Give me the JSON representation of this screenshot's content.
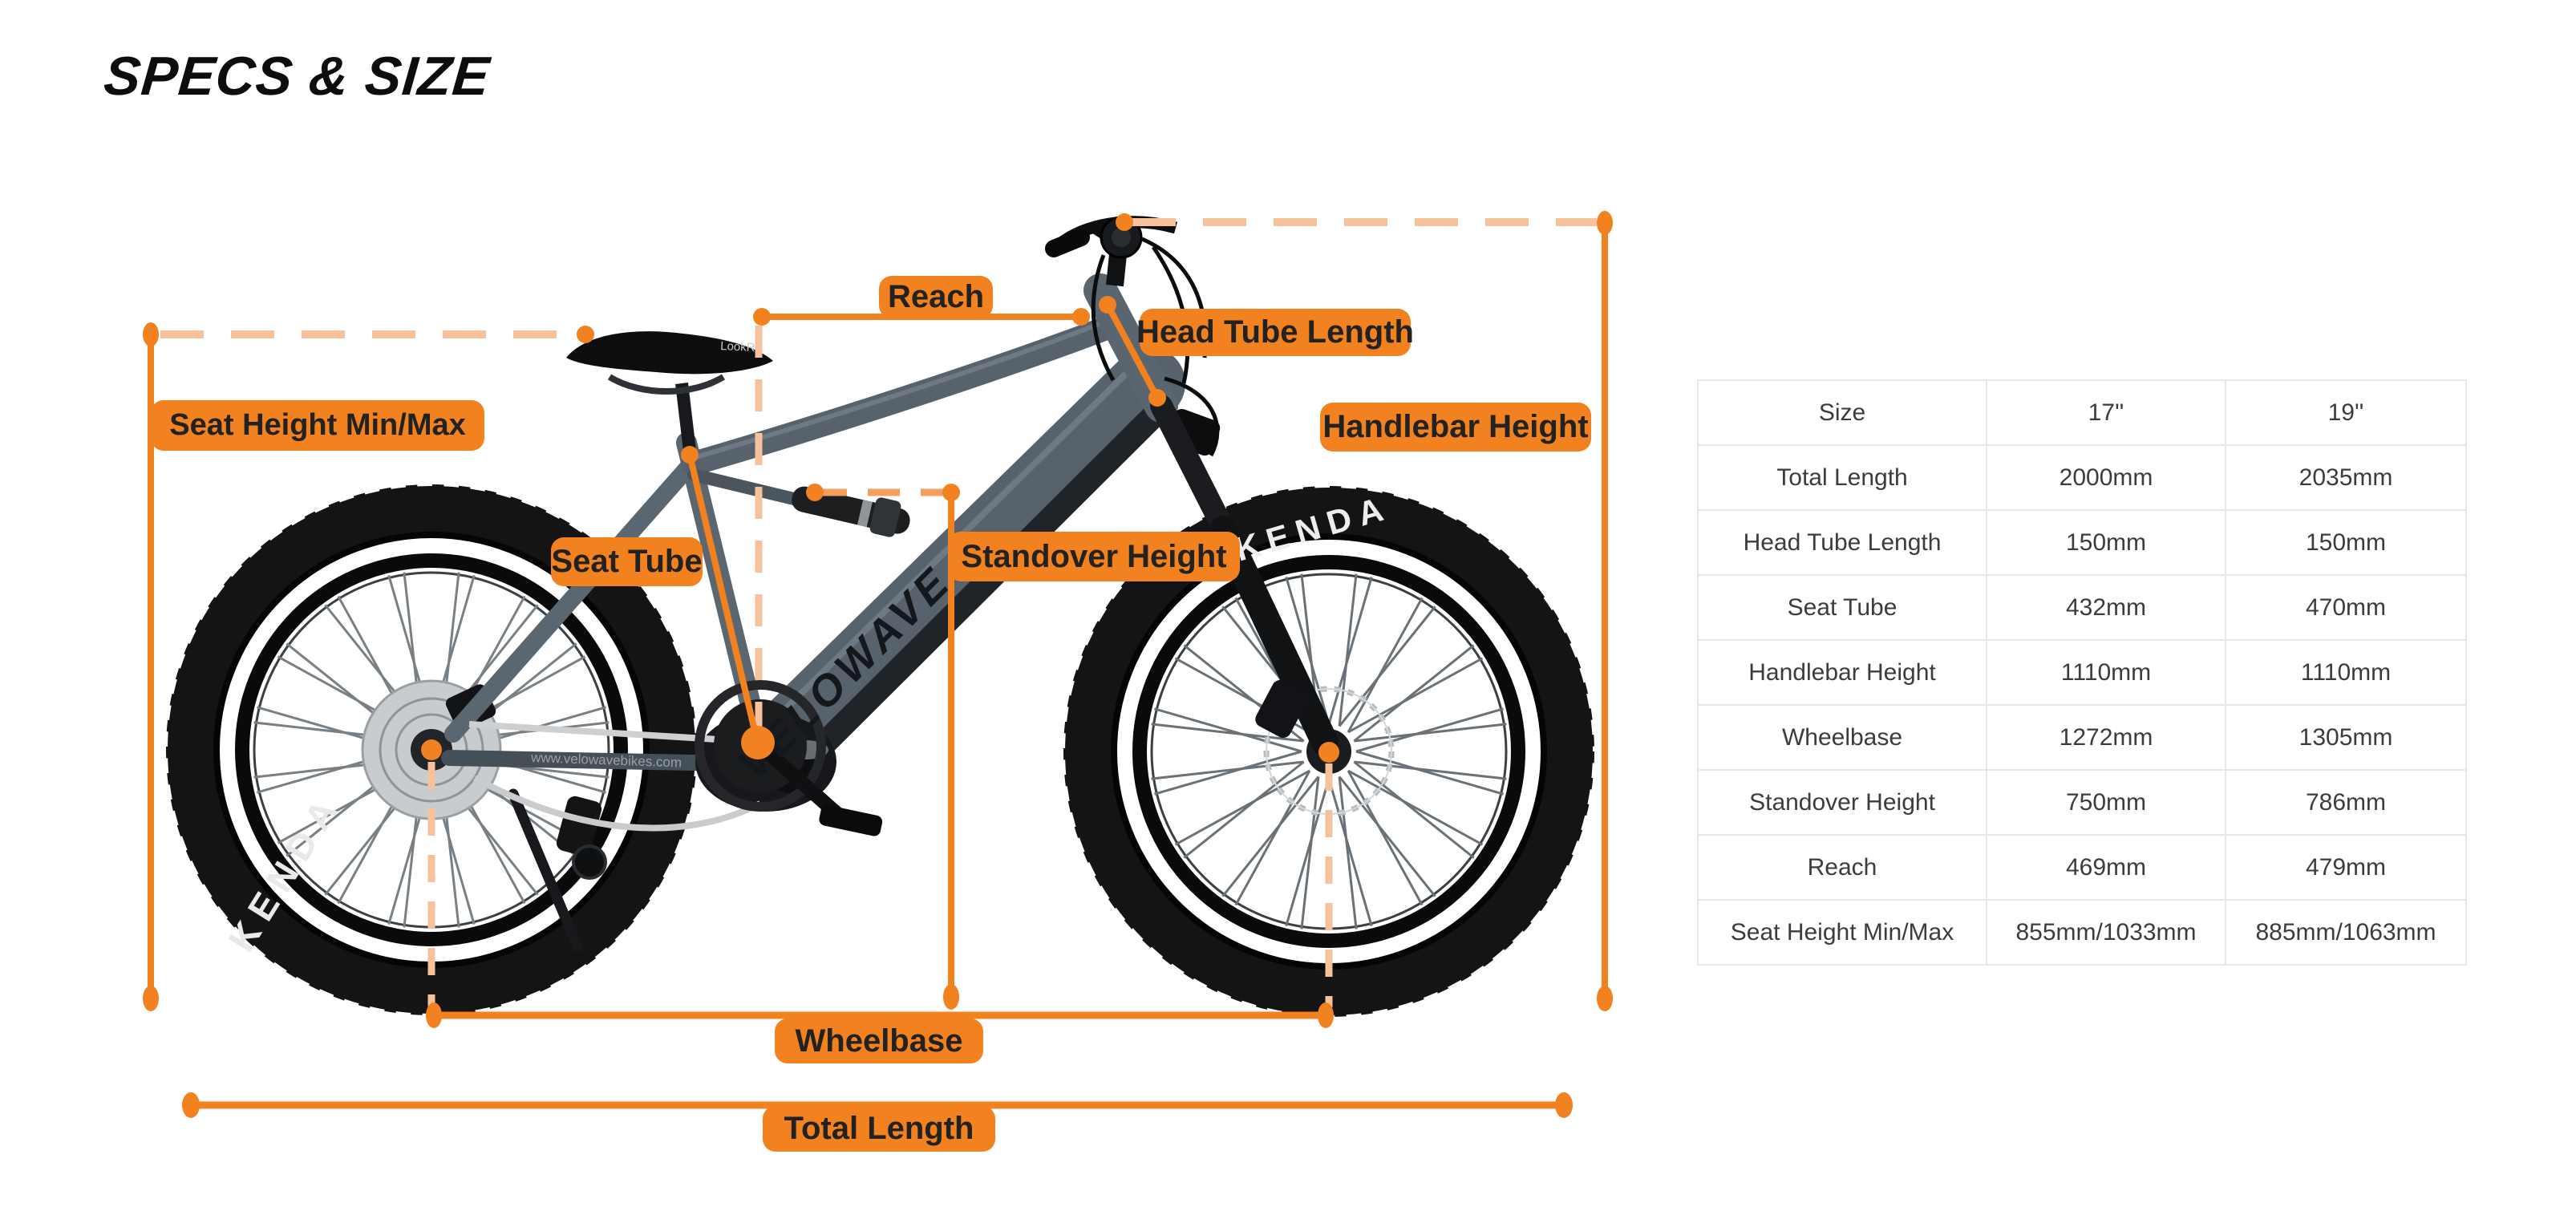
{
  "title": "SPECS & SIZE",
  "labels": {
    "reach": "Reach",
    "head_tube_length": "Head Tube Length",
    "seat_height": "Seat Height Min/Max",
    "handlebar_height": "Handlebar Height",
    "seat_tube": "Seat Tube",
    "standover_height": "Standover Height",
    "wheelbase": "Wheelbase",
    "total_length": "Total Length"
  },
  "decals": {
    "frame": "VELOWAVE",
    "tire_rear": "KENDA",
    "tire_front": "KENDA",
    "chainstay_url": "www.velowavebikes.com",
    "saddle": "LookR"
  },
  "colors": {
    "accent": "#F28120",
    "accent_dashed": "#F7C29B",
    "accent_dashed_strong": "#F4A05C",
    "label_text": "#222220",
    "table_border": "#E8E8E8",
    "table_text": "#3C3C3C",
    "frame_gray": "#57626C"
  },
  "table": {
    "rows": [
      {
        "cells": [
          "Size",
          "17''",
          "19''"
        ]
      },
      {
        "cells": [
          "Total Length",
          "2000mm",
          "2035mm"
        ]
      },
      {
        "cells": [
          "Head Tube Length",
          "150mm",
          "150mm"
        ]
      },
      {
        "cells": [
          "Seat Tube",
          "432mm",
          "470mm"
        ]
      },
      {
        "cells": [
          "Handlebar Height",
          "1110mm",
          "1110mm"
        ]
      },
      {
        "cells": [
          "Wheelbase",
          "1272mm",
          "1305mm"
        ]
      },
      {
        "cells": [
          "Standover Height",
          "750mm",
          "786mm"
        ]
      },
      {
        "cells": [
          "Reach",
          "469mm",
          "479mm"
        ]
      },
      {
        "cells": [
          "Seat Height Min/Max",
          "855mm/1033mm",
          "885mm/1063mm"
        ]
      }
    ]
  }
}
